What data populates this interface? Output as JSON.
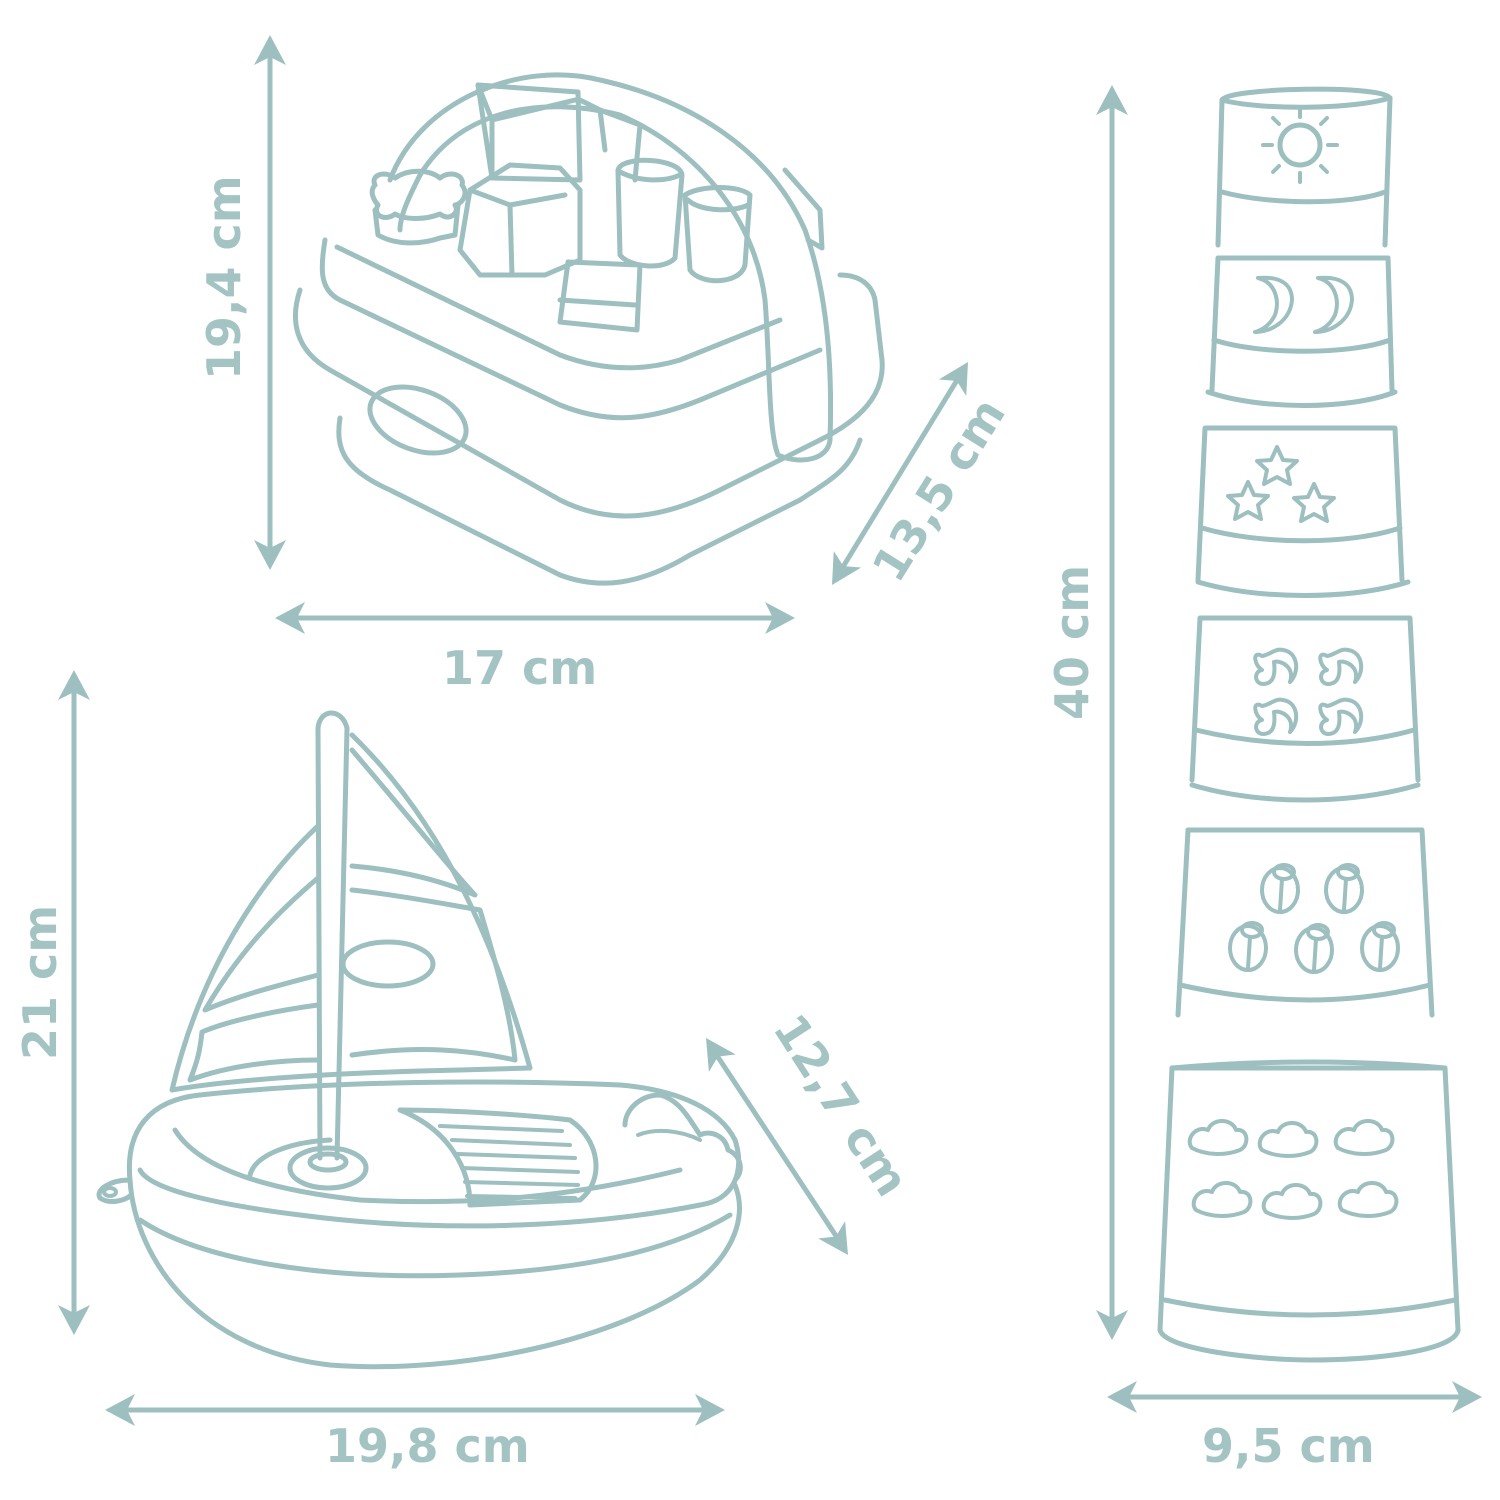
{
  "diagram": {
    "type": "product-dimension-diagram",
    "line_color": "#9dbfbf",
    "label_color": "#a4c4c4",
    "background": "#ffffff",
    "items": [
      {
        "name": "Shape sorter basket",
        "icon": "shape-sorter-basket",
        "dimensions": {
          "height": "19,4 cm",
          "width": "17 cm",
          "depth": "13,5 cm"
        }
      },
      {
        "name": "Sailboat",
        "icon": "sailboat",
        "dimensions": {
          "height": "21 cm",
          "width": "19,8 cm",
          "depth": "12,7 cm"
        }
      },
      {
        "name": "Stacking cup tower",
        "icon": "stacking-tower",
        "dimensions": {
          "height": "40 cm",
          "width": "9,5 cm"
        },
        "cup_motifs": [
          "sun",
          "moons",
          "stars",
          "butterflies",
          "ladybugs",
          "clouds"
        ]
      }
    ]
  }
}
